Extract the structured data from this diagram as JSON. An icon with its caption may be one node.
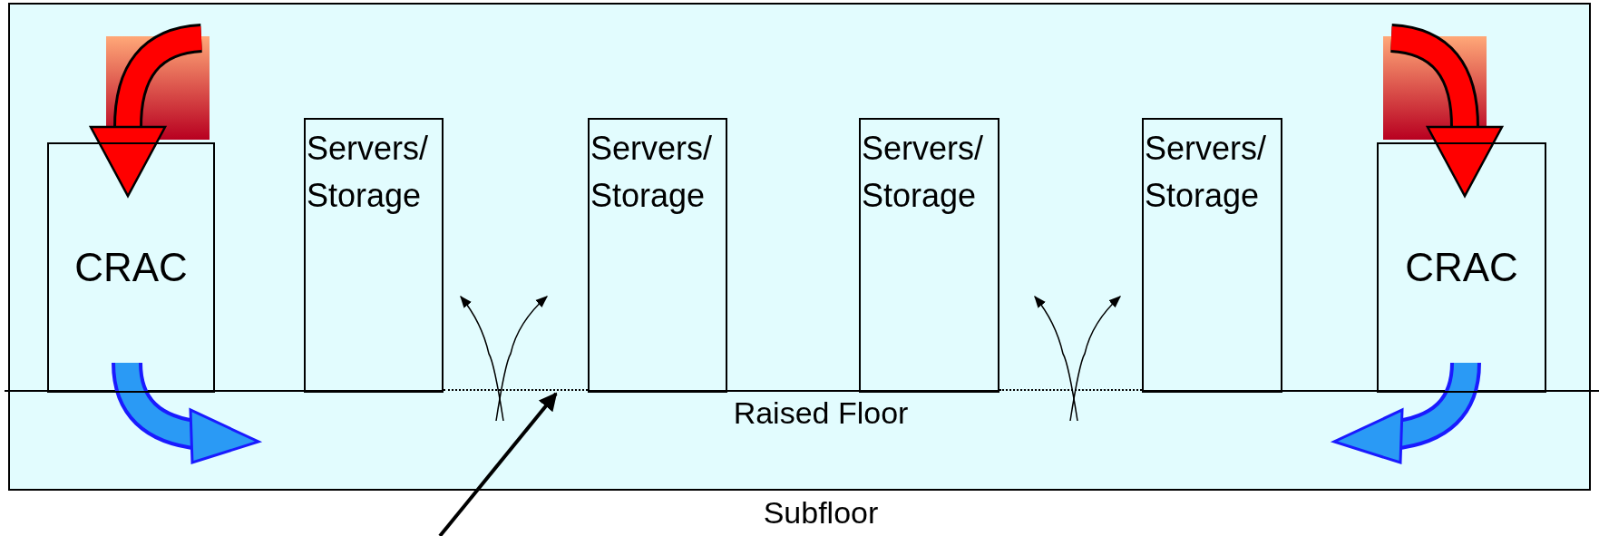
{
  "diagram": {
    "nodes": [
      {
        "text": [
          "CRAC"
        ]
      },
      {
        "text": [
          "Servers/ Storage"
        ]
      },
      {
        "text": [
          "Servers/ Storage"
        ]
      },
      {
        "text": [
          "Servers/ Storage"
        ]
      },
      {
        "text": [
          "Servers/ Storage"
        ]
      },
      {
        "text": [
          "CRAC"
        ]
      },
      {
        "text": [],
        "shape": "bar"
      },
      {
        "text": [],
        "shape": "bar"
      }
    ],
    "edges": [
      {
        "from": null,
        "to": 6,
        "arrow": "to"
      }
    ],
    "labels": [
      "Raised Floor",
      "Subfloor"
    ]
  }
}
